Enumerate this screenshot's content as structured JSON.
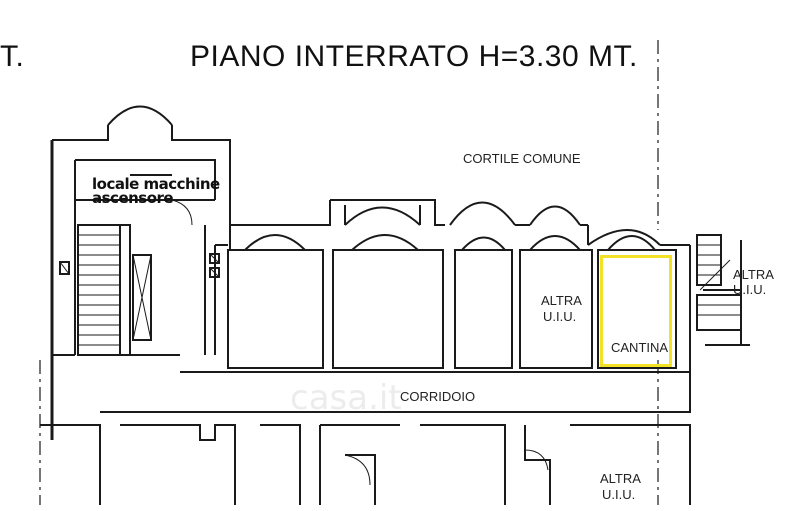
{
  "drawing": {
    "left_fragment": "T.",
    "title": "PIANO INTERRATO  H=3.30 MT.",
    "watermark": "casa.it"
  },
  "rooms": {
    "courtyard": "CORTILE COMUNE",
    "machine_room_line1": "locale macchine",
    "machine_room_line2": "ascensore",
    "other_unit_1_line1": "ALTRA",
    "other_unit_1_line2": "U.I.U.",
    "other_unit_2_line1": "ALTRA",
    "other_unit_2_line2": "U.I.U.",
    "cellar": "CANTINA",
    "corridor": "CORRIDOIO",
    "other_unit_3_line1": "ALTRA",
    "other_unit_3_line2": "U.I.U."
  },
  "colors": {
    "highlight": "#f1e227",
    "line": "#1a1a1a"
  }
}
